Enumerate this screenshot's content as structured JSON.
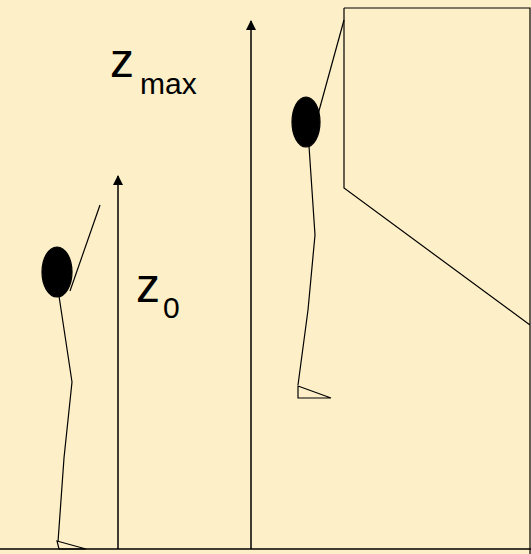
{
  "diagram": {
    "labels": [
      "z",
      "max",
      "z",
      "0"
    ]
  }
}
